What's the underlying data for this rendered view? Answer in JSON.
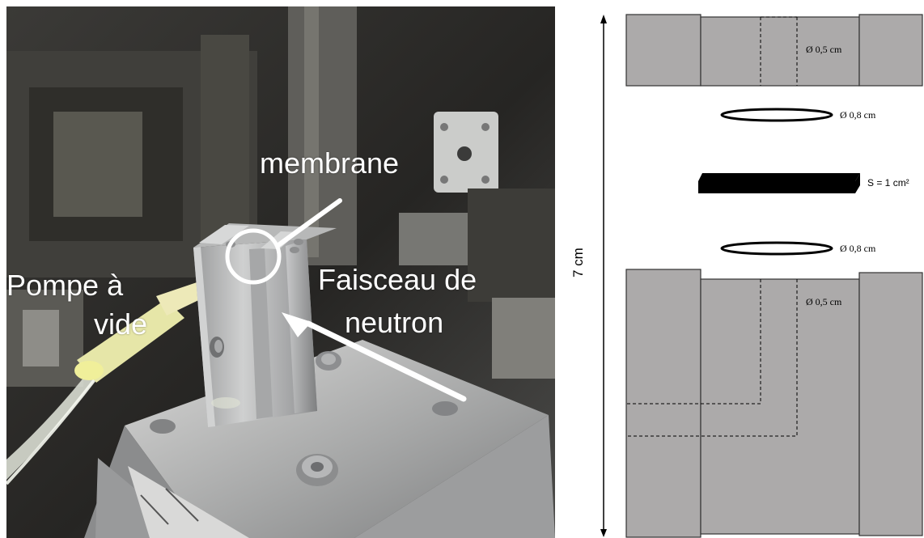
{
  "photo": {
    "labels": {
      "membrane": "membrane",
      "pompe_line1": "Pompe à",
      "pompe_line2": "vide",
      "faisceau_line1": "Faisceau de",
      "faisceau_line2": "neutron"
    }
  },
  "diagram": {
    "height_label": "7 cm",
    "top_hole": "Ø 0,5 cm",
    "oring_top": "Ø 0,8 cm",
    "sample_area": "S =  1 cm²",
    "oring_bottom": "Ø 0,8 cm",
    "bottom_hole": "Ø 0,5 cm"
  },
  "colors": {
    "block_fill": "#acaaaa",
    "sample_fill": "#000000",
    "photo_bg": "#2a2927",
    "metal": "#b8b8b8"
  }
}
